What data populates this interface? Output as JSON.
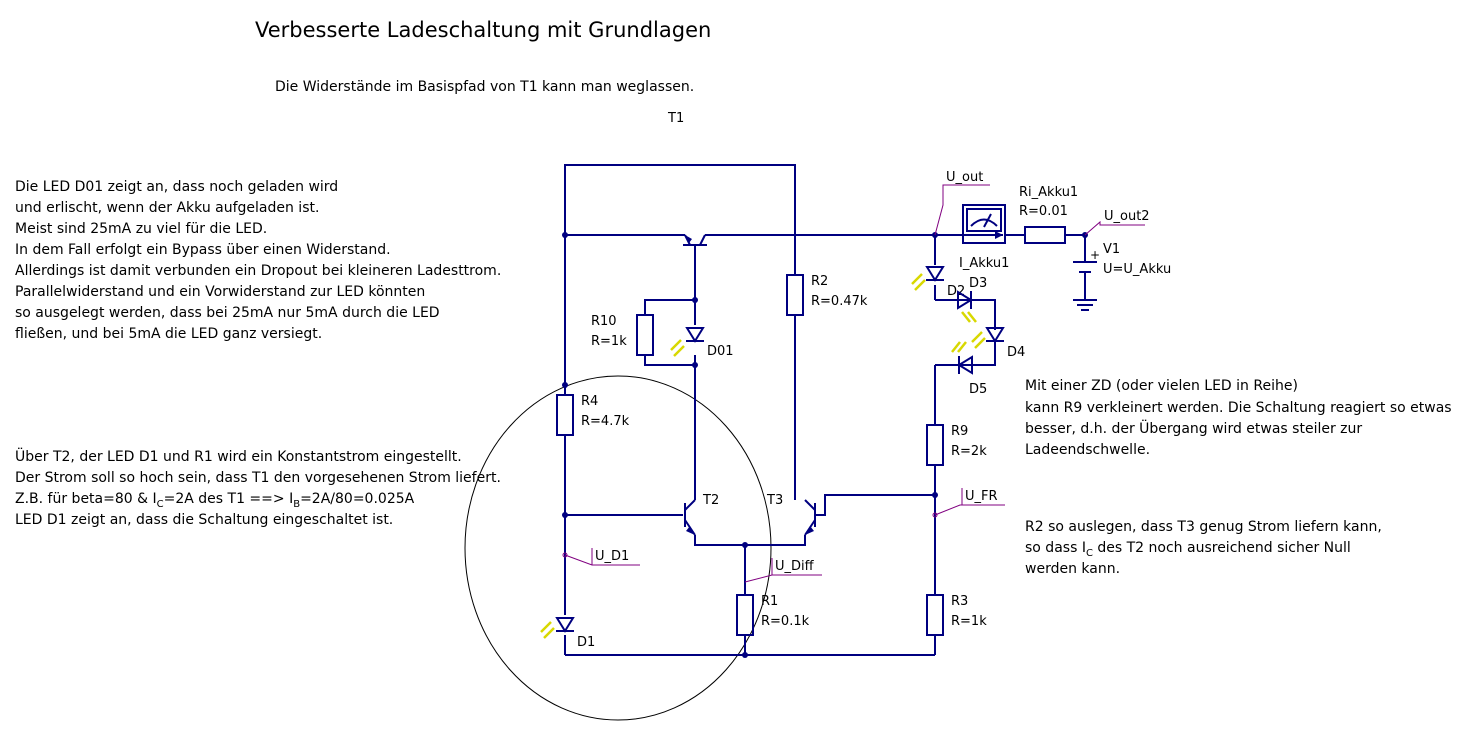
{
  "title": "Verbesserte Ladeschaltung mit Grundlagen",
  "subtitle": "Die Widerstände im Basispfad von T1 kann man weglassen.",
  "notes": {
    "led_d01": [
      "Die LED D01 zeigt an, dass noch geladen wird",
      "und erlischt, wenn der Akku aufgeladen ist.",
      "Meist sind 25mA zu viel für die LED.",
      "In dem Fall erfolgt ein Bypass  über einen Widerstand.",
      "Allerdings ist damit verbunden ein Dropout bei kleineren Ladesttrom.",
      "Parallelwiderstand und ein Vorwiderstand zur LED könnten",
      "so ausgelegt werden, dass  bei 25mA nur 5mA durch die LED",
      "fließen, und bei 5mA die LED ganz versiegt."
    ],
    "t2_line1": "Über T2, der LED D1 und R1 wird ein Konstantstrom eingestellt.",
    "t2_line2": "Der Strom soll so hoch sein, dass T1 den vorgesehenen Strom liefert.",
    "t2_line3": {
      "a": "Z.B. für  beta=80 & I",
      "sub1": "C",
      "b": "=2A des T1 ==> I",
      "sub2": "B",
      "c": "=2A/80=0.025A"
    },
    "t2_line4": "LED D1 zeigt an, dass die Schaltung eingeschaltet ist.",
    "zd": [
      "Mit einer ZD (oder vielen LED in Reihe)",
      "kann R9 verkleinert werden. Die Schaltung reagiert so etwas",
      "besser, d.h. der Übergang wird etwas steiler zur",
      "Ladeendschwelle."
    ],
    "r2_line1": "R2 so auslegen, dass T3 genug Strom liefern kann,",
    "r2_line2": {
      "a": "so dass I",
      "sub": "C",
      "b": " des T2 noch ausreichend sicher Null"
    },
    "r2_line3": "werden kann."
  },
  "components": {
    "t1": "T1",
    "t2": "T2",
    "t3": "T3",
    "r1": {
      "name": "R1",
      "value": "R=0.1k"
    },
    "r2": {
      "name": "R2",
      "value": "R=0.47k"
    },
    "r3": {
      "name": "R3",
      "value": "R=1k"
    },
    "r4": {
      "name": "R4",
      "value": "R=4.7k"
    },
    "r9": {
      "name": "R9",
      "value": "R=2k"
    },
    "r10": {
      "name": "R10",
      "value": "R=1k"
    },
    "ri_akku1": {
      "name": "Ri_Akku1",
      "value": "R=0.01"
    },
    "v1": {
      "name": "V1",
      "value": "U=U_Akku"
    },
    "d01": "D01",
    "d1": "D1",
    "d2": "D2",
    "d3": "D3",
    "d4": "D4",
    "d5": "D5",
    "ammeter": "I_Akku1"
  },
  "probes": {
    "u_out": "U_out",
    "u_out2": "U_out2",
    "u_fr": "U_FR",
    "u_d1": "U_D1",
    "u_diff": "U_Diff"
  },
  "battery_plus": "+",
  "colors": {
    "wire": "#000080",
    "probe": "#800080",
    "led_light": "#d8d800",
    "battery_plus": "#cc0000"
  }
}
